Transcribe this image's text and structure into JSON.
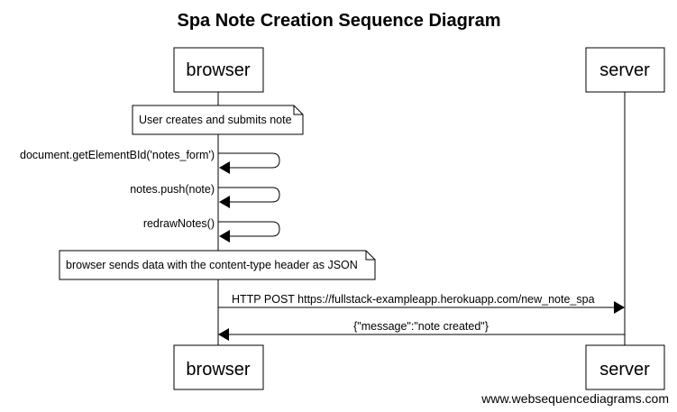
{
  "title": "Spa Note Creation Sequence Diagram",
  "participants": {
    "browser": "browser",
    "server": "server"
  },
  "notes": {
    "note1": "User creates and submits note",
    "note2": "browser sends data with the content-type header as JSON"
  },
  "messages": {
    "self1": "document.getElementBId('notes_form')",
    "self2": "notes.push(note)",
    "self3": "redrawNotes()",
    "post": "HTTP POST https://fullstack-exampleapp.herokuapp.com/new_note_spa",
    "response": "{\"message\":\"note created\"}"
  },
  "watermark": "www.websequencediagrams.com"
}
